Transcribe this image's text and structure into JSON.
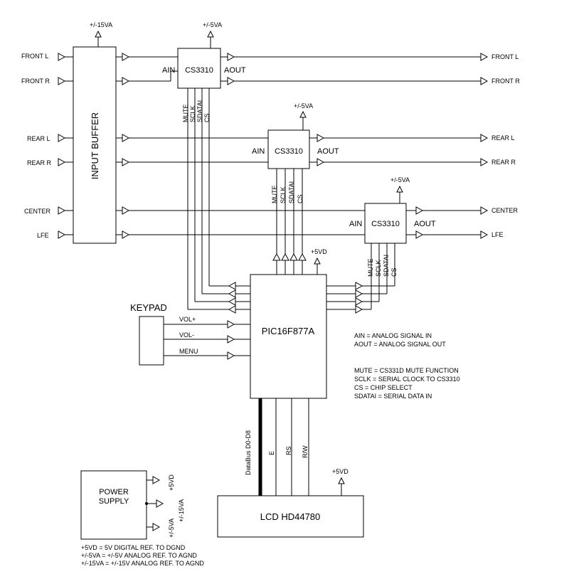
{
  "inputs": [
    "FRONT L",
    "FRONT R",
    "REAR L",
    "REAR R",
    "CENTER",
    "LFE"
  ],
  "outputs": [
    "FRONT L",
    "FRONT R",
    "REAR L",
    "REAR R",
    "CENTER",
    "LFE"
  ],
  "input_buffer": "INPUT BUFFER",
  "chips": [
    {
      "name": "CS3310",
      "supply": "+/-5VA",
      "ain": "AIN",
      "aout": "AOUT"
    },
    {
      "name": "CS3310",
      "supply": "+/-5VA",
      "ain": "AIN",
      "aout": "AOUT"
    },
    {
      "name": "CS3310",
      "supply": "+/-5VA",
      "ain": "AIN",
      "aout": "AOUT"
    }
  ],
  "ctrl_pins": [
    "MUTE",
    "SCLK",
    "SDATAI",
    "CS"
  ],
  "buffer_supply": "+/-15VA",
  "mcu": {
    "name": "PIC16F877A",
    "supply": "+5VD"
  },
  "keypad": {
    "title": "KEYPAD",
    "keys": [
      "VOL+",
      "VOL-",
      "MENU"
    ]
  },
  "lcd": {
    "name": "LCD HD44780",
    "supply": "+5VD",
    "bus": [
      "DataBus D0-D8",
      "E",
      "RS",
      "R/W"
    ]
  },
  "power": {
    "title_line1": "POWER",
    "title_line2": "SUPPLY",
    "rails": [
      "+5VD",
      "+/-15VA",
      "+/-5VA"
    ]
  },
  "legend": [
    "AIN = ANALOG SIGNAL IN",
    "AOUT = ANALOG SIGNAL OUT",
    "MUTE = CS331D MUTE FUNCTION",
    "SCLK = SERIAL CLOCK TO CS3310",
    "CS = CHIP SELECT",
    "SDATAI = SERIAL DATA IN"
  ],
  "power_notes": [
    "+5VD = 5V DIGITAL REF. TO DGND",
    "+/-5VA = +/-5V ANALOG REF. TO AGND",
    "+/-15VA = +/-15V ANALOG REF. TO AGND"
  ]
}
